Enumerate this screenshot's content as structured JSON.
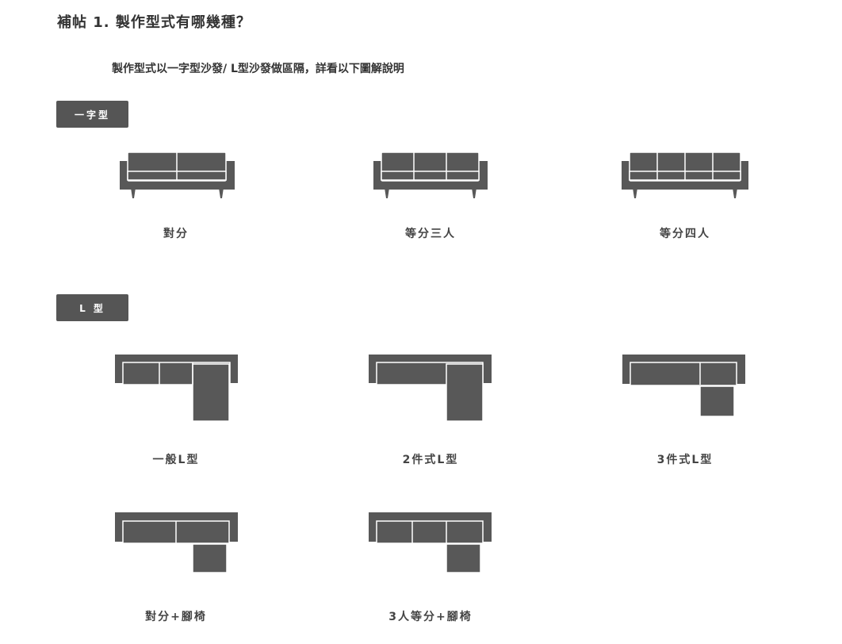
{
  "title": "補帖 1. 製作型式有哪幾種？",
  "subtitle": "製作型式以一字型沙發/ L型沙發做區隔，詳看以下圖解說明",
  "sections": [
    {
      "badge": "一字型",
      "items": [
        {
          "label": "對分",
          "icon": "sofa-2-seat-icon"
        },
        {
          "label": "等分三人",
          "icon": "sofa-3-seat-icon"
        },
        {
          "label": "等分四人",
          "icon": "sofa-4-seat-icon"
        }
      ]
    },
    {
      "badge": "L 型",
      "items": [
        {
          "label": "一般L型",
          "icon": "l-sofa-standard-icon"
        },
        {
          "label": "2件式L型",
          "icon": "l-sofa-2-piece-icon"
        },
        {
          "label": "3件式L型",
          "icon": "l-sofa-3-piece-icon"
        },
        {
          "label": "對分+腳椅",
          "icon": "sofa-2-seat-ottoman-icon"
        },
        {
          "label": "3人等分+腳椅",
          "icon": "sofa-3-seat-ottoman-icon"
        }
      ]
    }
  ],
  "colors": {
    "sofa": "#585858",
    "outline": "#ffffff",
    "badge": "#555555"
  }
}
